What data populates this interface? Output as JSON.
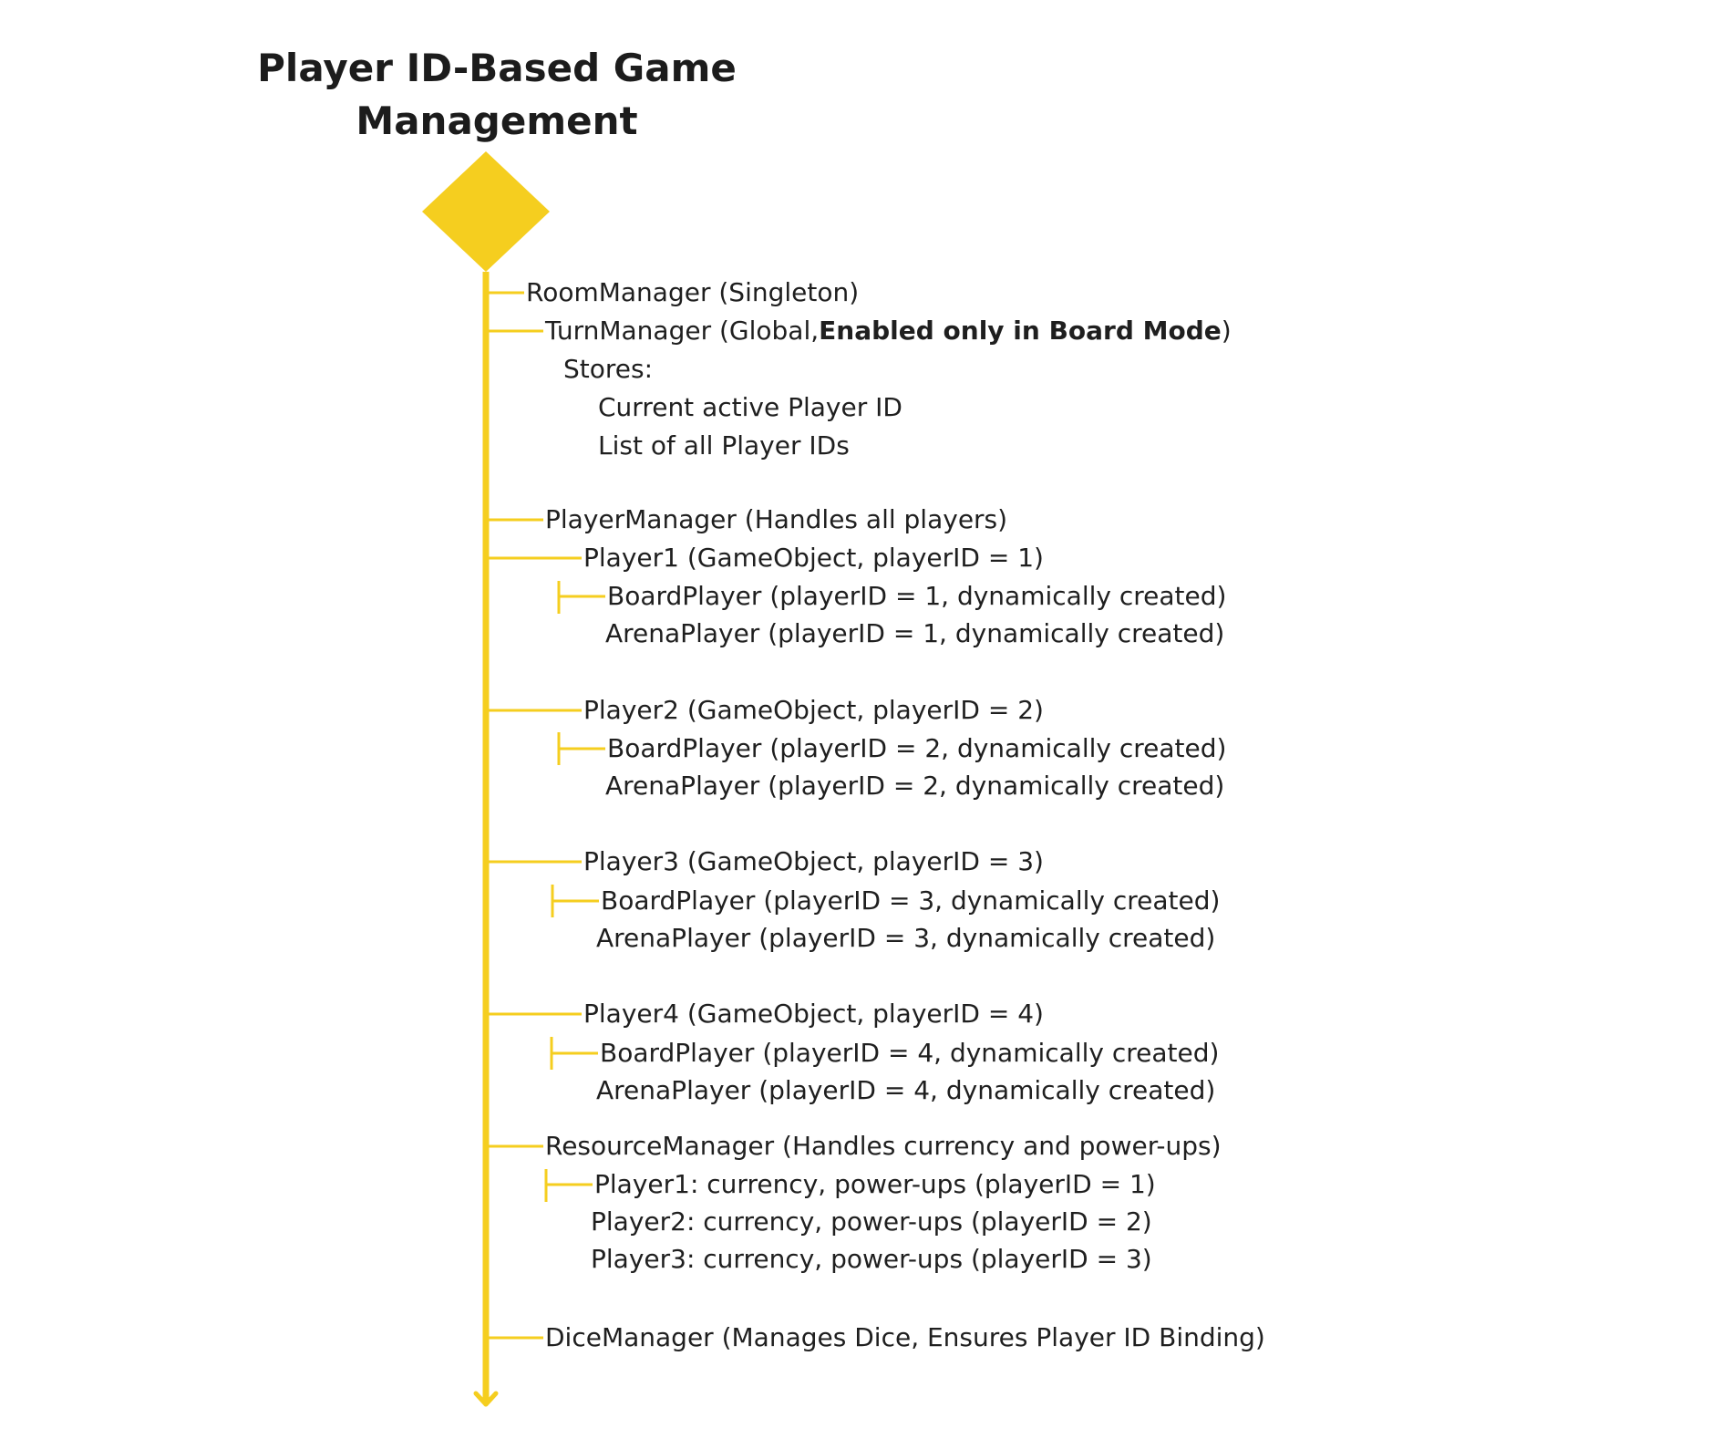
{
  "diagram": {
    "title_line1": "Player ID-Based Game",
    "title_line2": "Management",
    "accent_color": "#F5CE1F",
    "nodes": {
      "room_manager": "RoomManager (Singleton)",
      "turn_manager_prefix": "TurnManager (Global,",
      "turn_manager_bold": "Enabled only in Board Mode",
      "turn_manager_suffix": ")",
      "stores_label": "Stores:",
      "stores_item1": "Current active Player ID",
      "stores_item2": "List of all Player IDs",
      "player_manager": "PlayerManager (Handles all players)",
      "player1": "Player1 (GameObject, playerID = 1)",
      "board_player1": "BoardPlayer (playerID = 1, dynamically created)",
      "arena_player1": "ArenaPlayer (playerID = 1, dynamically created)",
      "player2": "Player2 (GameObject, playerID = 2)",
      "board_player2": "BoardPlayer (playerID = 2, dynamically created)",
      "arena_player2": "ArenaPlayer (playerID = 2, dynamically created)",
      "player3": "Player3 (GameObject, playerID = 3)",
      "board_player3": "BoardPlayer (playerID = 3, dynamically created)",
      "arena_player3": "ArenaPlayer (playerID = 3, dynamically created)",
      "player4": "Player4 (GameObject, playerID = 4)",
      "board_player4": "BoardPlayer (playerID = 4, dynamically created)",
      "arena_player4": "ArenaPlayer (playerID = 4, dynamically created)",
      "resource_manager": "ResourceManager (Handles currency and power-ups)",
      "res_player1": "Player1: currency, power-ups (playerID = 1)",
      "res_player2": "Player2: currency, power-ups (playerID = 2)",
      "res_player3": "Player3: currency, power-ups (playerID = 3)",
      "dice_manager": "DiceManager (Manages Dice, Ensures Player ID Binding)"
    }
  }
}
